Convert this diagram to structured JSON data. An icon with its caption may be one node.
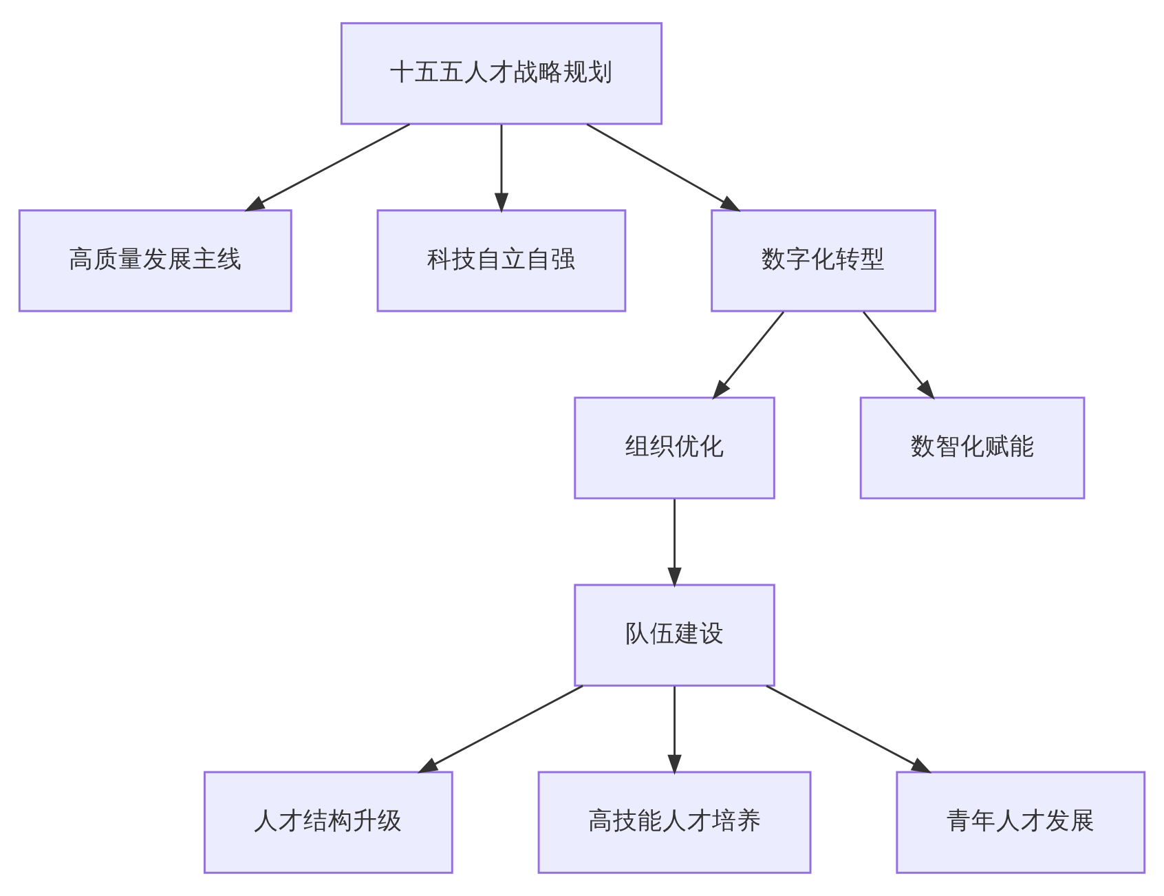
{
  "diagram": {
    "nodes": [
      {
        "text": [
          "十五五人才战略规划"
        ]
      },
      {
        "text": [
          "高质量发展主线"
        ]
      },
      {
        "text": [
          "科技自立自强"
        ]
      },
      {
        "text": [
          "数字化转型"
        ]
      },
      {
        "text": [
          "组织优化"
        ]
      },
      {
        "text": [
          "数智化赋能"
        ]
      },
      {
        "text": [
          "队伍建设"
        ]
      },
      {
        "text": [
          "人才结构升级"
        ]
      },
      {
        "text": [
          "高技能人才培养"
        ]
      },
      {
        "text": [
          "青年人才发展"
        ]
      }
    ],
    "edges": [
      {
        "from": 0,
        "to": 1,
        "arrow": "to"
      },
      {
        "from": 0,
        "to": 2,
        "arrow": "to"
      },
      {
        "from": 0,
        "to": 3,
        "arrow": "to"
      },
      {
        "from": 3,
        "to": 4,
        "arrow": "to"
      },
      {
        "from": 3,
        "to": 5,
        "arrow": "to"
      },
      {
        "from": 4,
        "to": 6,
        "arrow": "to"
      },
      {
        "from": 6,
        "to": 7,
        "arrow": "to"
      },
      {
        "from": 6,
        "to": 8,
        "arrow": "to"
      },
      {
        "from": 6,
        "to": 9,
        "arrow": "to"
      }
    ]
  }
}
